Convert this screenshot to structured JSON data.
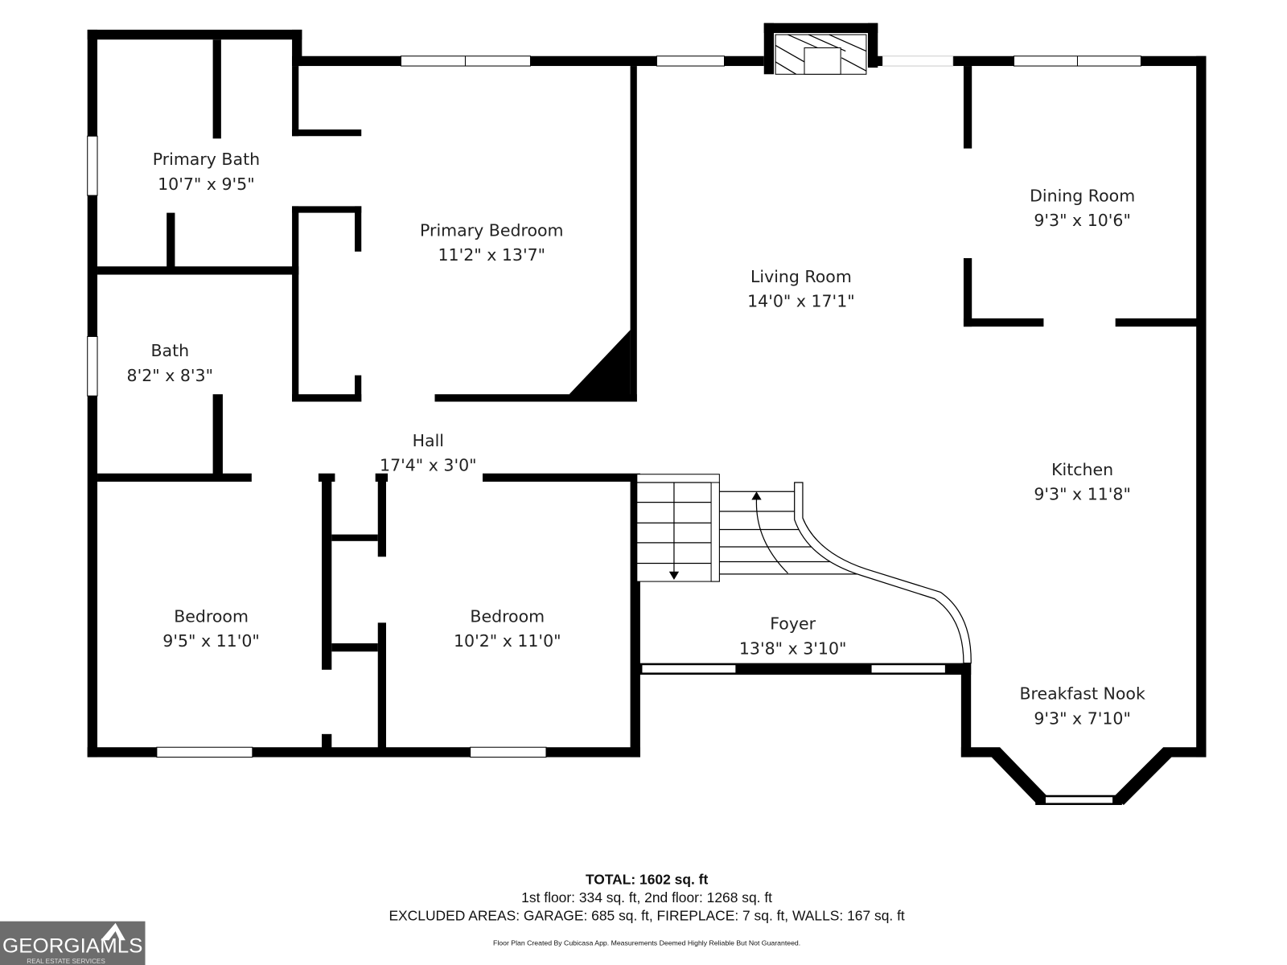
{
  "rooms": [
    {
      "name": "Primary Bath",
      "size": "10'7\" x 9'5\""
    },
    {
      "name": "Primary Bedroom",
      "size": "11'2\" x 13'7\""
    },
    {
      "name": "Living Room",
      "size": "14'0\" x 17'1\""
    },
    {
      "name": "Dining Room",
      "size": "9'3\" x 10'6\""
    },
    {
      "name": "Bath",
      "size": "8'2\" x 8'3\""
    },
    {
      "name": "Hall",
      "size": "17'4\" x 3'0\""
    },
    {
      "name": "Kitchen",
      "size": "9'3\" x 11'8\""
    },
    {
      "name": "Bedroom",
      "size": "9'5\" x 11'0\""
    },
    {
      "name": "Bedroom",
      "size": "10'2\" x 11'0\""
    },
    {
      "name": "Foyer",
      "size": "13'8\" x 3'10\""
    },
    {
      "name": "Breakfast Nook",
      "size": "9'3\" x 7'10\""
    }
  ],
  "summary": {
    "total": "TOTAL: 1602 sq. ft",
    "floors": "1st floor: 334 sq. ft, 2nd floor: 1268 sq. ft",
    "excluded": "EXCLUDED AREAS: GARAGE: 685 sq. ft, FIREPLACE: 7 sq. ft, WALLS: 167 sq. ft",
    "disclaimer": "Floor Plan Created By Cubicasa App. Measurements Deemed Highly Reliable But Not Guaranteed."
  },
  "logo": {
    "text": "GEORGIAMLS",
    "sub": "REAL ESTATE SERVICES"
  },
  "colors": {
    "wall": "#000000",
    "background": "#ffffff",
    "logo_bg": "#6d6d6d"
  }
}
